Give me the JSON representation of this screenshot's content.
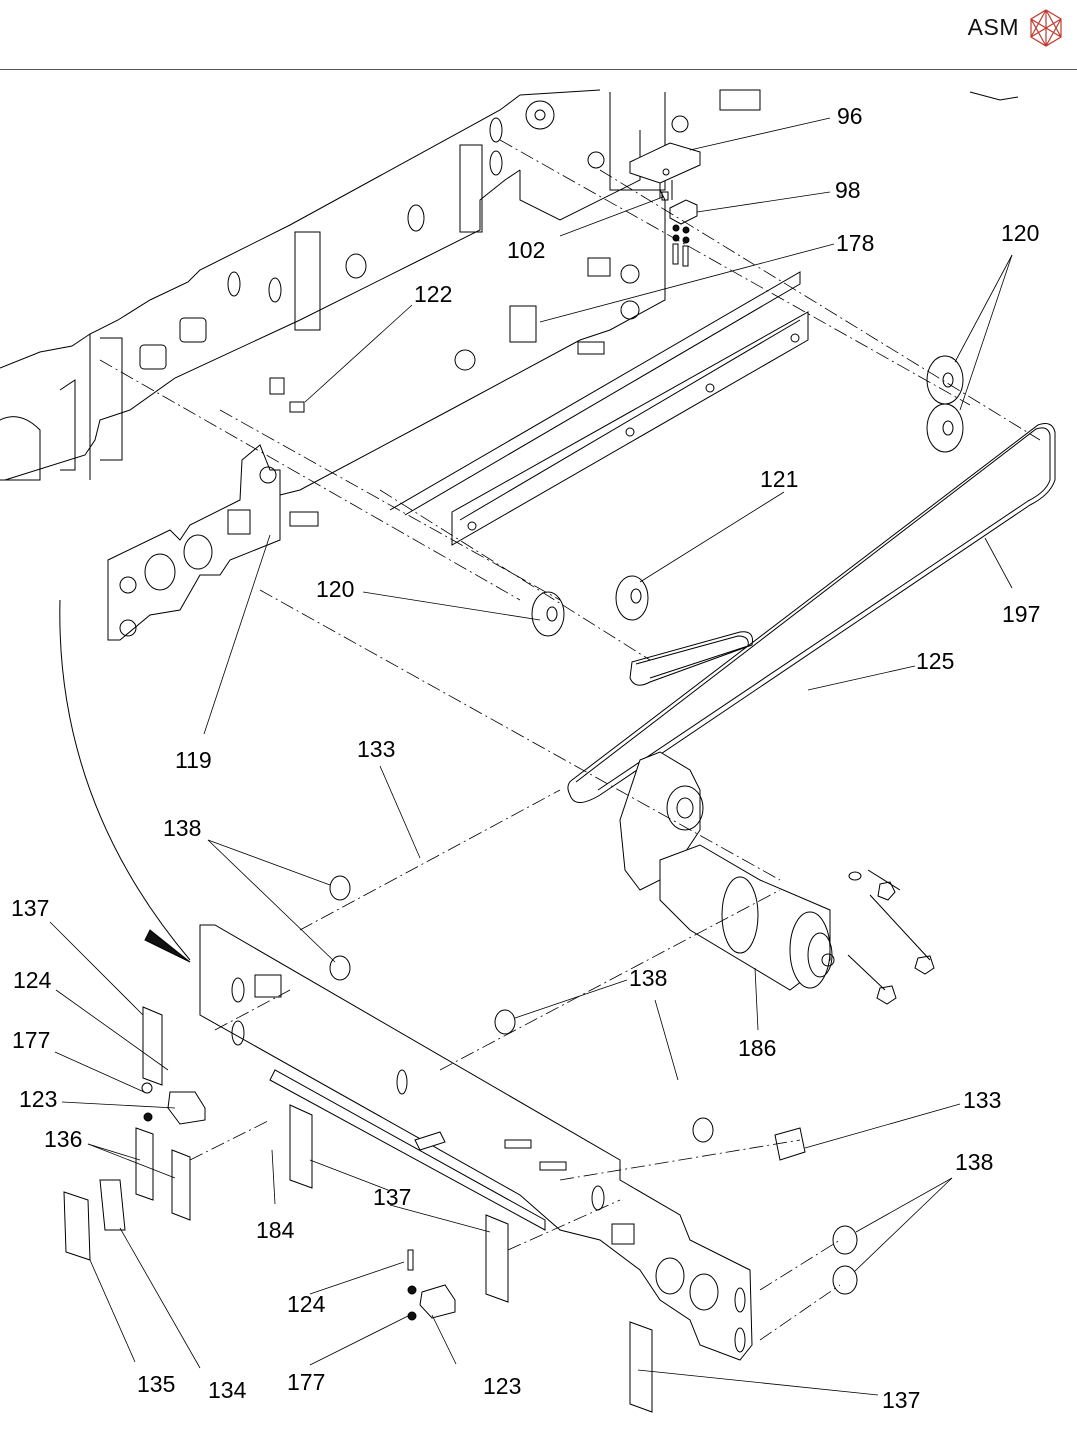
{
  "header": {
    "brand": "ASM",
    "logo_icon": "asm-polyhedron-logo-icon",
    "logo_color": "#c0392b"
  },
  "diagram": {
    "type": "exploded-view parts drawing",
    "callouts": [
      {
        "id": "c96",
        "label": "96"
      },
      {
        "id": "c98",
        "label": "98"
      },
      {
        "id": "c102",
        "label": "102"
      },
      {
        "id": "c178",
        "label": "178"
      },
      {
        "id": "c120a",
        "label": "120"
      },
      {
        "id": "c122",
        "label": "122"
      },
      {
        "id": "c121",
        "label": "121"
      },
      {
        "id": "c120b",
        "label": "120"
      },
      {
        "id": "c197",
        "label": "197"
      },
      {
        "id": "c125",
        "label": "125"
      },
      {
        "id": "c119",
        "label": "119"
      },
      {
        "id": "c133a",
        "label": "133"
      },
      {
        "id": "c138a",
        "label": "138"
      },
      {
        "id": "c137a",
        "label": "137"
      },
      {
        "id": "c124a",
        "label": "124"
      },
      {
        "id": "c177a",
        "label": "177"
      },
      {
        "id": "c123a",
        "label": "123"
      },
      {
        "id": "c136",
        "label": "136"
      },
      {
        "id": "c138b",
        "label": "138"
      },
      {
        "id": "c186",
        "label": "186"
      },
      {
        "id": "c133b",
        "label": "133"
      },
      {
        "id": "c138c",
        "label": "138"
      },
      {
        "id": "c137b",
        "label": "137"
      },
      {
        "id": "c184",
        "label": "184"
      },
      {
        "id": "c124b",
        "label": "124"
      },
      {
        "id": "c177b",
        "label": "177"
      },
      {
        "id": "c123b",
        "label": "123"
      },
      {
        "id": "c135",
        "label": "135"
      },
      {
        "id": "c134",
        "label": "134"
      },
      {
        "id": "c137c",
        "label": "137"
      }
    ]
  }
}
